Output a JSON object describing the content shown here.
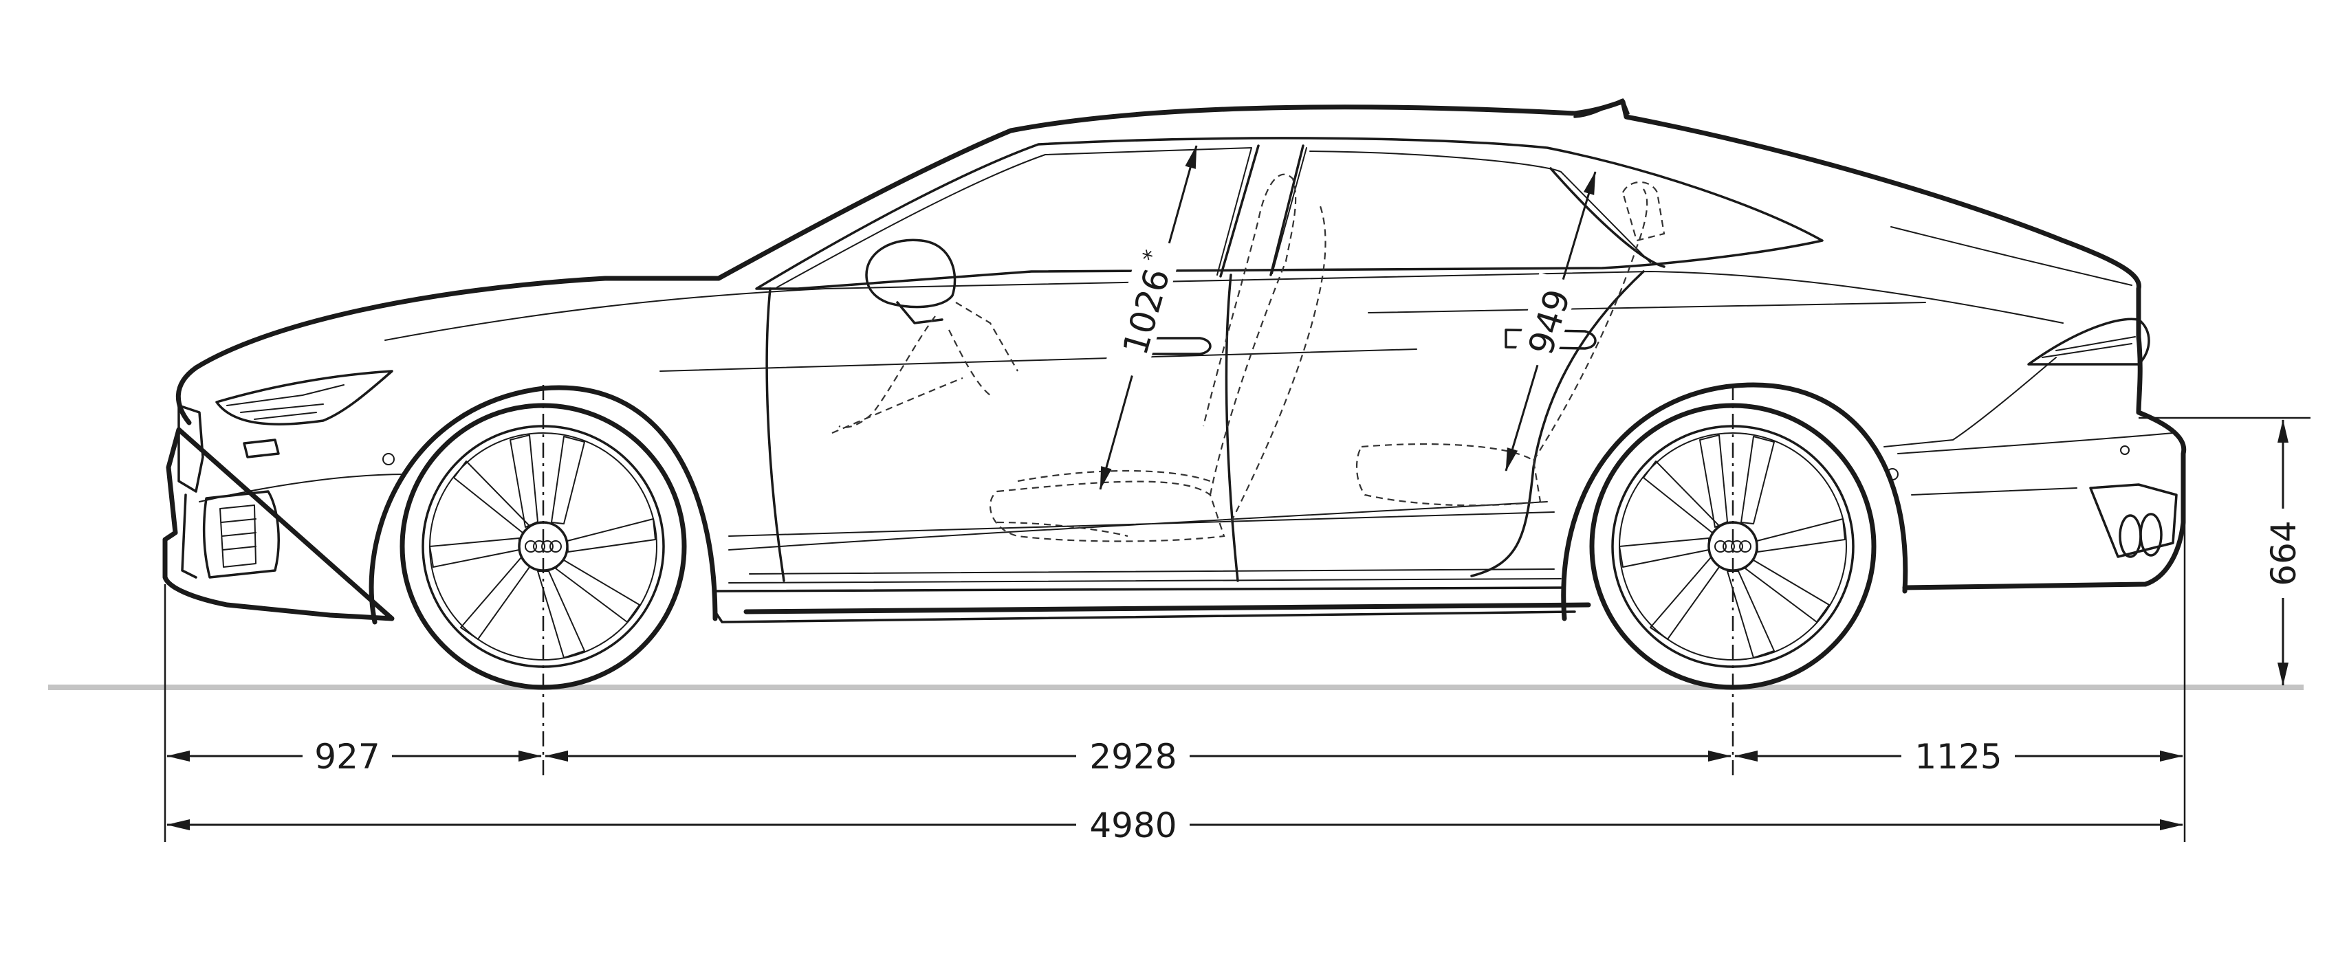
{
  "dimensions": {
    "front_overhang": "927",
    "wheelbase": "2928",
    "rear_overhang": "1125",
    "overall_length": "4980",
    "rear_height": "664",
    "front_headroom": "1026",
    "front_headroom_note": "*",
    "rear_headroom": "949"
  },
  "colors": {
    "line": "#1a1a1a",
    "ground": "#c4c4c4",
    "background": "#ffffff"
  },
  "icons": {
    "brand_badge": "four-rings-icon"
  }
}
